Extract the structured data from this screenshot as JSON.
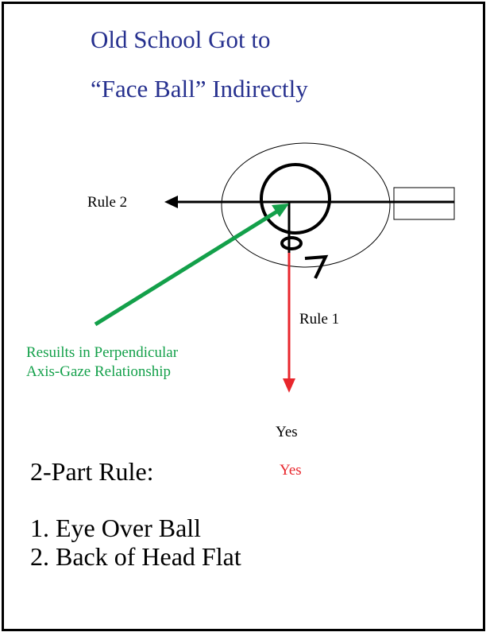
{
  "title": {
    "line1": "Old School Got to",
    "line2": "“Face Ball” Indirectly"
  },
  "labels": {
    "rule2": "Rule 2",
    "rule1": "Rule 1",
    "note_line1": "Resuilts in Perpendicular",
    "note_line2": "Axis-Gaze Relationship",
    "yes_black": "Yes",
    "yes_red": "Yes"
  },
  "rule_box": {
    "heading": "2-Part Rule:",
    "items": [
      "1. Eye Over Ball",
      "2. Back of Head Flat"
    ]
  },
  "colors": {
    "title": "#27318f",
    "green_arrow": "#13a04a",
    "red_arrow": "#e8262c",
    "black": "#000000"
  }
}
